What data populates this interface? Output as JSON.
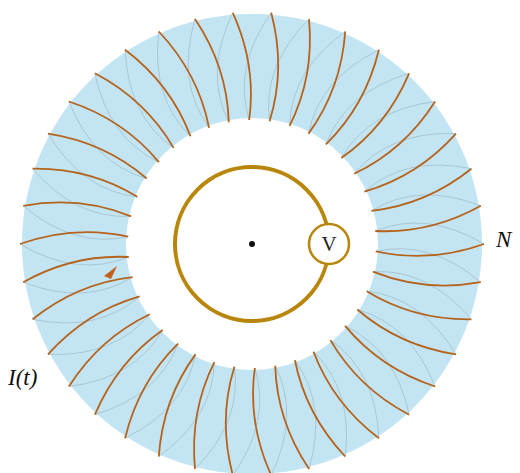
{
  "diagram": {
    "nodes": [
      {
        "text": [
          "V"
        ]
      }
    ],
    "labels": [
      "N",
      "I(t)"
    ]
  }
}
